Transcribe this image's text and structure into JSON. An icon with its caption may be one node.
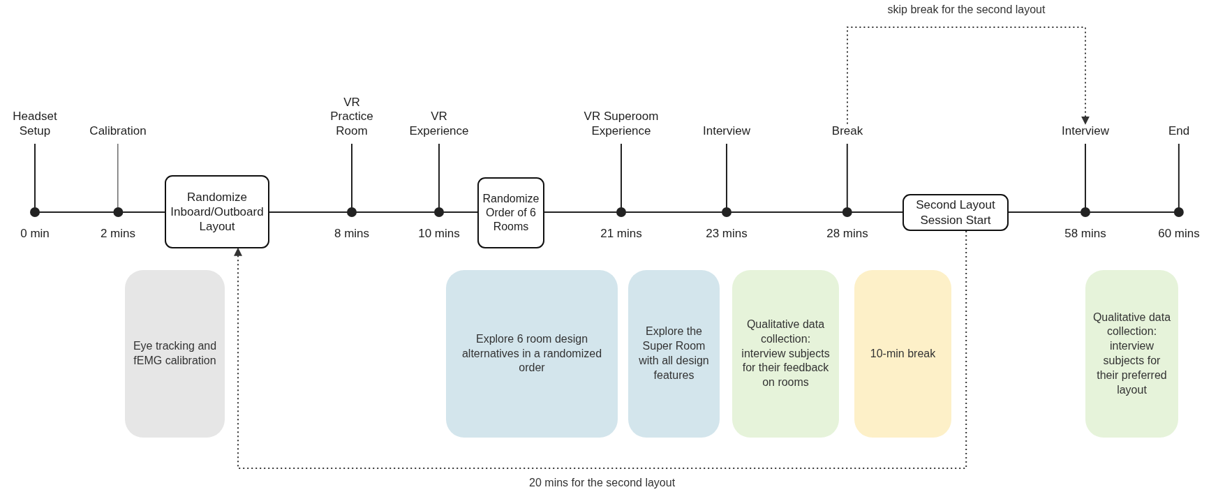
{
  "diagram": {
    "nodes": [
      {
        "text": [
          "Headset Setup",
          "0 min"
        ]
      },
      {
        "text": [
          "Calibration",
          "2 mins"
        ]
      },
      {
        "text": [
          "Randomize Inboard/Outboard Layout"
        ]
      },
      {
        "text": [
          "VR Practice Room",
          "8 mins"
        ]
      },
      {
        "text": [
          "VR Experience",
          "10 mins"
        ]
      },
      {
        "text": [
          "Randomize Order of 6 Rooms"
        ]
      },
      {
        "text": [
          "VR Superoom Experience",
          "21 mins"
        ]
      },
      {
        "text": [
          "Interview",
          "23 mins"
        ]
      },
      {
        "text": [
          "Break",
          "28 mins"
        ]
      },
      {
        "text": [
          "Second Layout Session Start"
        ]
      },
      {
        "text": [
          "Interview",
          "58 mins"
        ]
      },
      {
        "text": [
          "End",
          "60 mins"
        ]
      },
      {
        "text": [
          "Eye tracking and fEMG calibration"
        ]
      },
      {
        "text": [
          "Explore 6 room design alternatives in a randomized order"
        ]
      },
      {
        "text": [
          "Explore the Super Room with all design features"
        ]
      },
      {
        "text": [
          "Qualitative data collection: interview subjects for their feedback on rooms"
        ]
      },
      {
        "text": [
          "10-min break"
        ]
      },
      {
        "text": [
          "Qualitative data collection: interview subjects for their preferred layout"
        ]
      }
    ],
    "edges": [
      {
        "from": 9,
        "to": 2,
        "arrow": "to",
        "label": "20 mins for the second layout",
        "style": "dashed"
      },
      {
        "from": 8,
        "to": 10,
        "arrow": "to",
        "label": "skip break for the second layout",
        "style": "dashed"
      }
    ]
  }
}
